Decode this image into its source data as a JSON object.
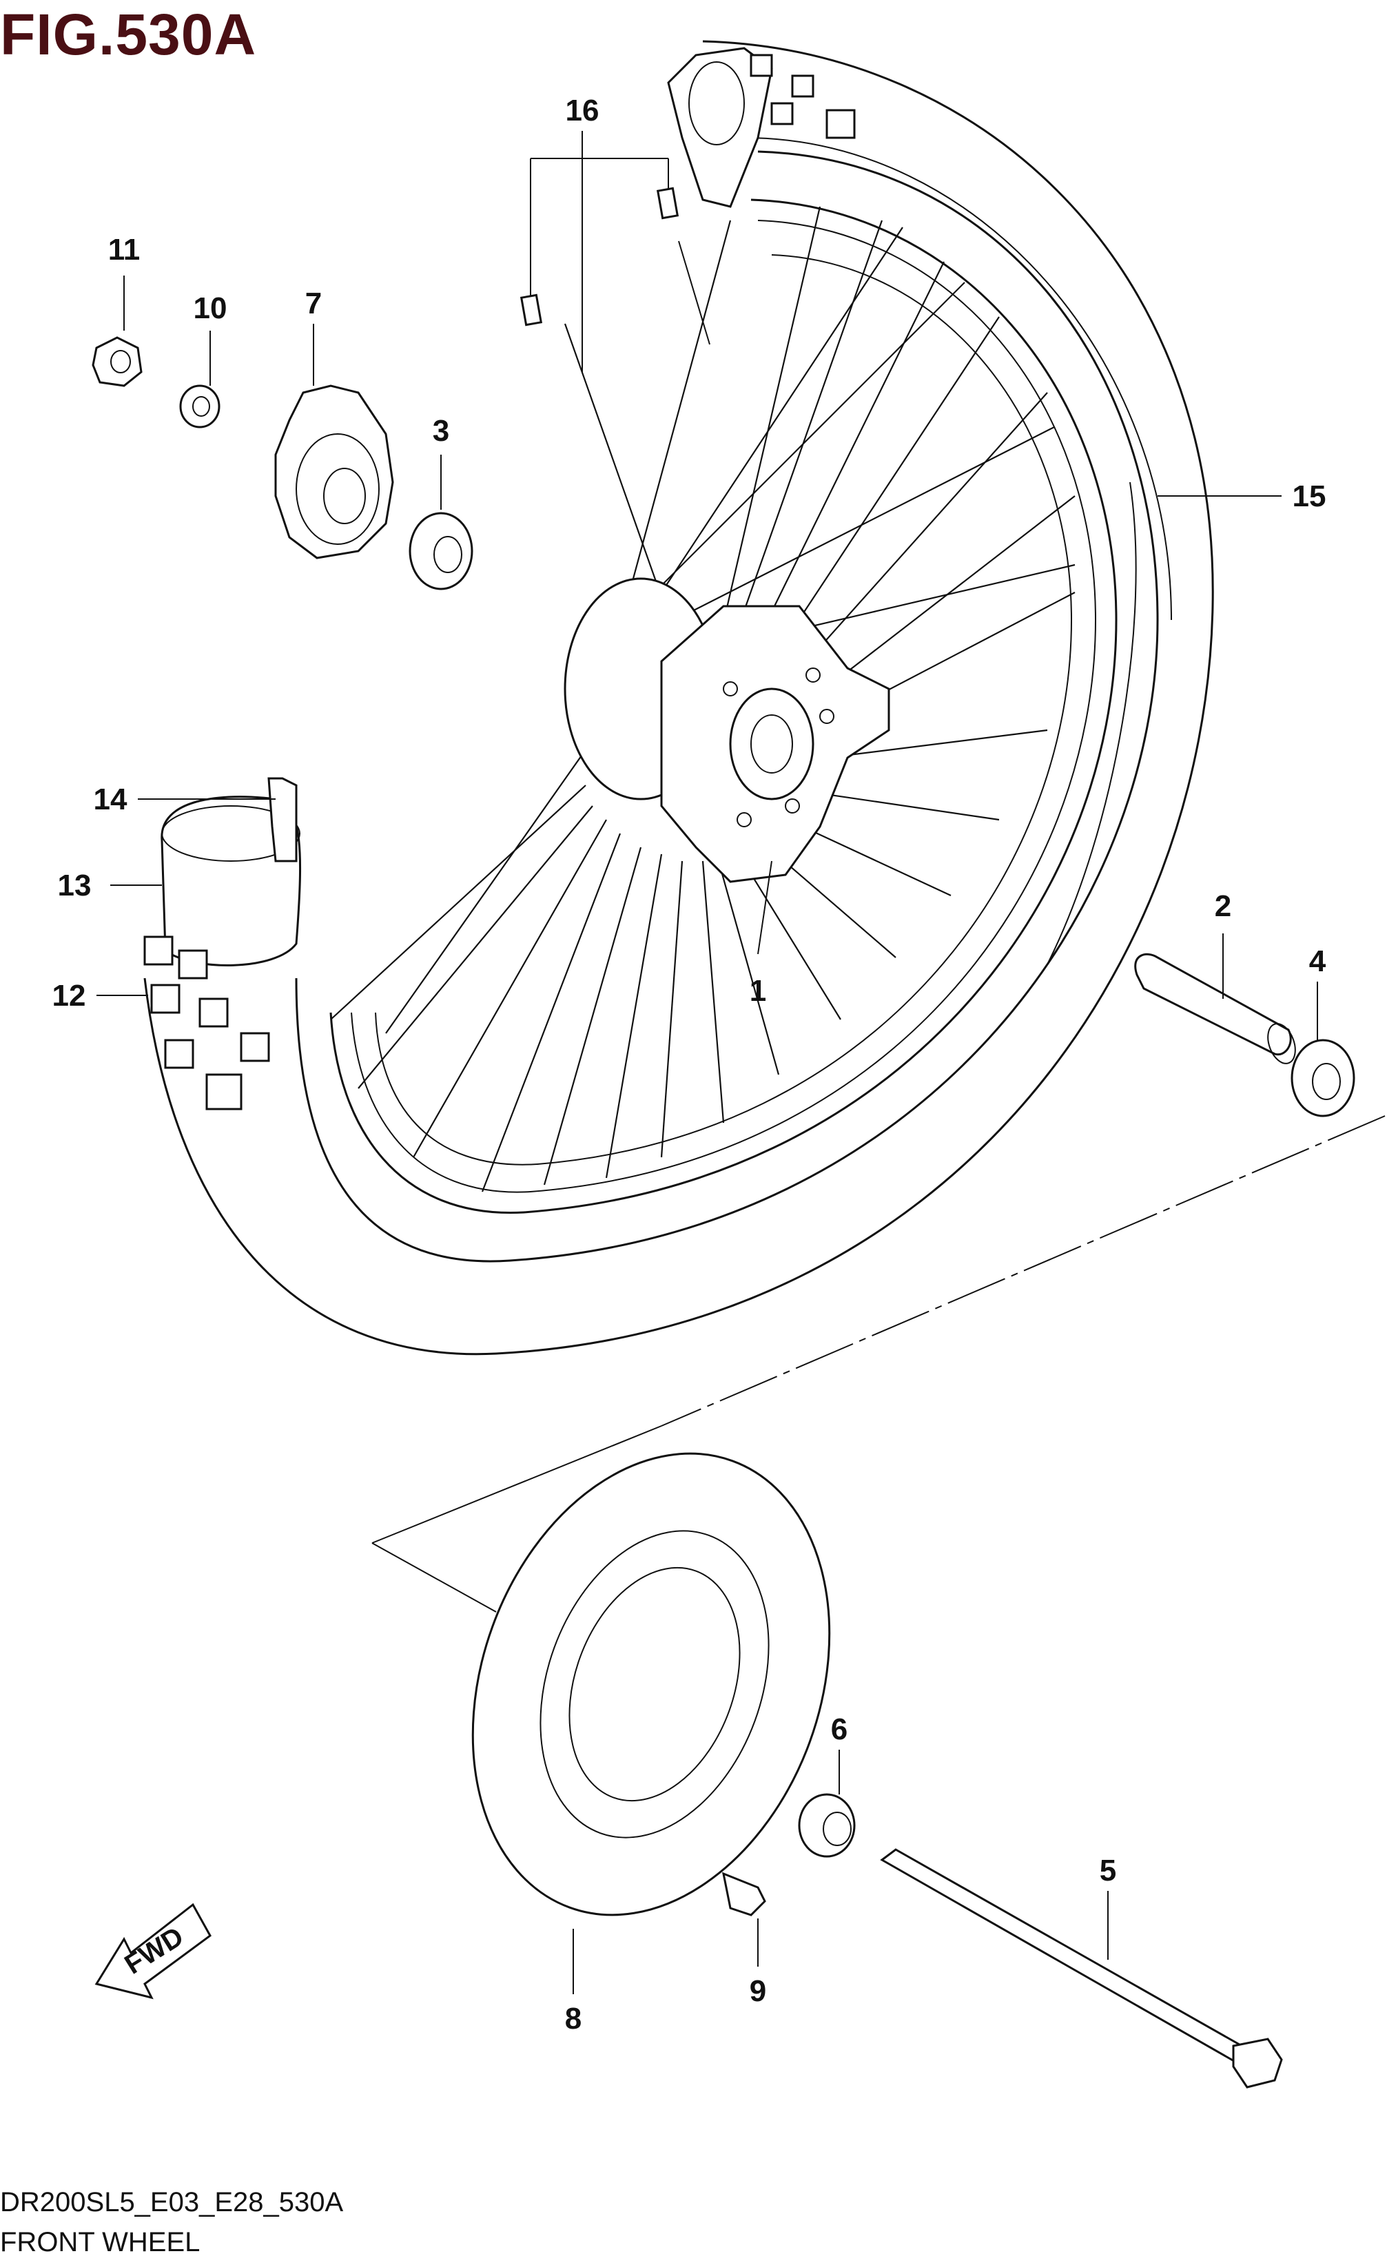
{
  "figure": {
    "title": "FIG.530A",
    "code": "DR200SL5_E03_E28_530A",
    "name": "FRONT WHEEL"
  },
  "callouts": [
    "1",
    "2",
    "3",
    "4",
    "5",
    "6",
    "7",
    "8",
    "9",
    "10",
    "11",
    "12",
    "13",
    "14",
    "15",
    "16"
  ],
  "fwd_label": "FWD",
  "colors": {
    "title": "#4a0f14",
    "line": "#111111",
    "background": "#ffffff"
  }
}
